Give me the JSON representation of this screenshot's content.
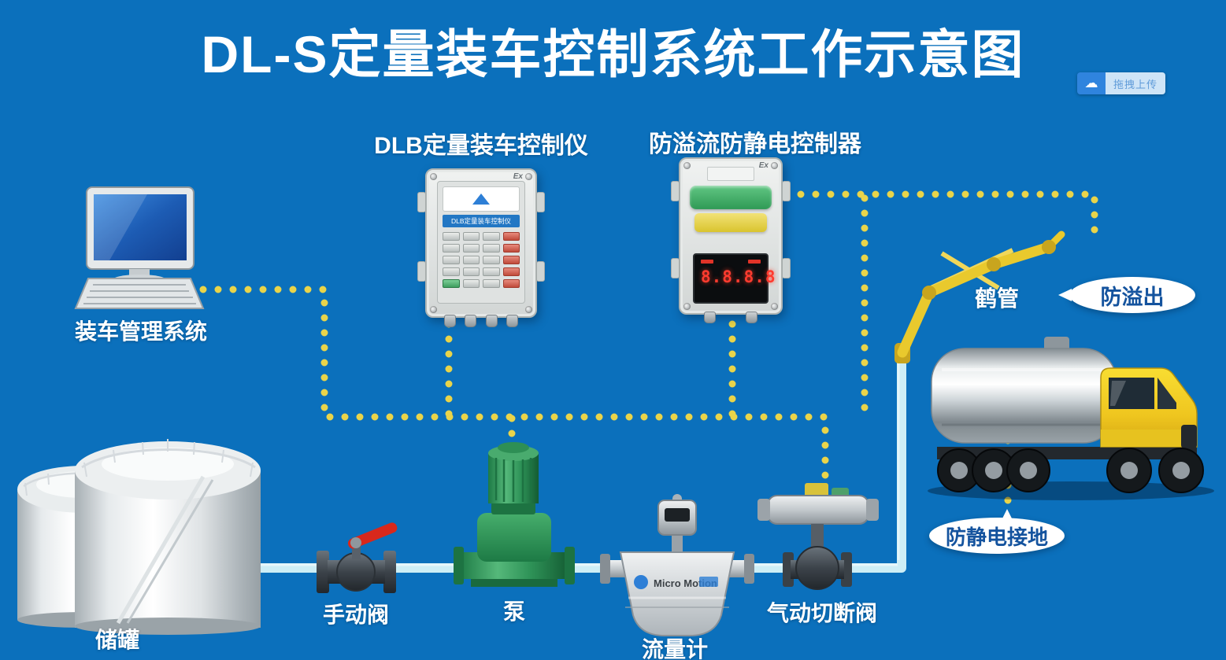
{
  "page": {
    "title": "DL-S定量装车控制系统工作示意图"
  },
  "upload_badge": {
    "icon": "cloud-upload-icon",
    "icon_glyph": "☁",
    "label": "拖拽上传"
  },
  "labels": {
    "dlb_controller": "DLB定量装车控制仪",
    "overflow_controller": "防溢流防静电控制器",
    "loading_system": "装车管理系统",
    "crane_pipe": "鹤管",
    "storage_tank": "储罐",
    "manual_valve": "手动阀",
    "pump": "泵",
    "flow_meter": "流量计",
    "pneumatic_valve": "气动切断阀"
  },
  "callouts": {
    "overflow_prevention": "防溢出",
    "antistatic_grounding": "防静电接地"
  },
  "devices": {
    "dlb_box": {
      "ex_mark": "Ex",
      "strip_label": "DLB定量装车控制仪"
    },
    "overflow_box": {
      "ex_mark": "Ex",
      "display_value": "8.8.8.8"
    },
    "flow_meter": {
      "brand": "Micro Motion"
    }
  },
  "colors": {
    "background": "#0b70bc",
    "signal_dots": "#e9d44a",
    "pipe": "#cdeef6",
    "callout_text": "#14539e",
    "title_text": "#ffffff"
  }
}
